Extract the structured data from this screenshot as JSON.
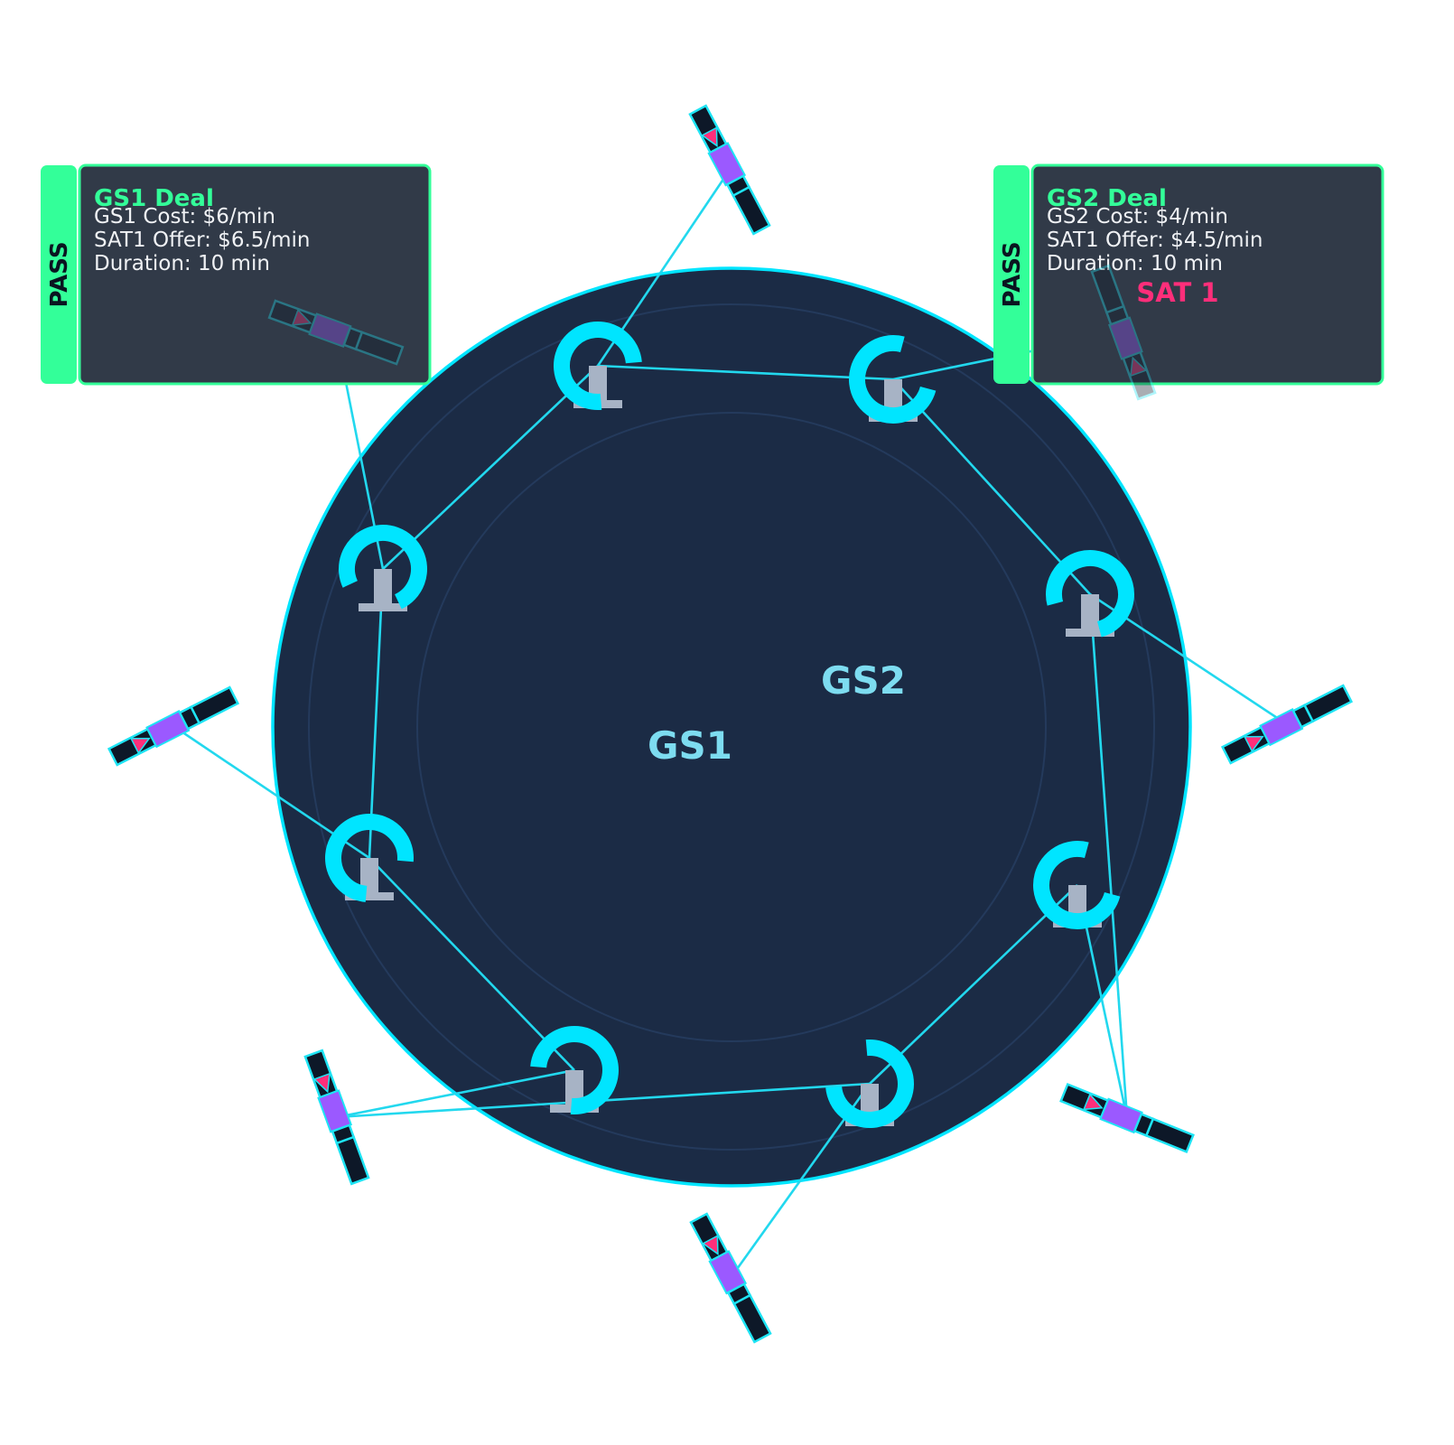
{
  "planet": {
    "labels": [
      "GS1",
      "GS2"
    ]
  },
  "deals": [
    {
      "status": "PASS",
      "title": "GS1 Deal",
      "lines": [
        "GS1 Cost: $6/min",
        "SAT1 Offer: $6.5/min",
        "Duration: 10 min"
      ]
    },
    {
      "status": "PASS",
      "title": "GS2 Deal",
      "lines": [
        "GS2 Cost: $4/min",
        "SAT1 Offer: $4.5/min",
        "Duration: 10 min"
      ]
    }
  ],
  "satellite_label": "SAT 1",
  "colors": {
    "planet": "#1b2b45",
    "planet_ring": "#00e5ff",
    "dish": "#00e5ff",
    "link": "#22d8ee",
    "deal_border": "#33ff99",
    "deal_bg": "#313a48",
    "sat_body": "#9b59ff",
    "sat_arrow": "#ff2e7a",
    "sat_label": "#ff2e7a"
  },
  "icons": [
    "ground-station-dish-icon",
    "satellite-icon"
  ]
}
